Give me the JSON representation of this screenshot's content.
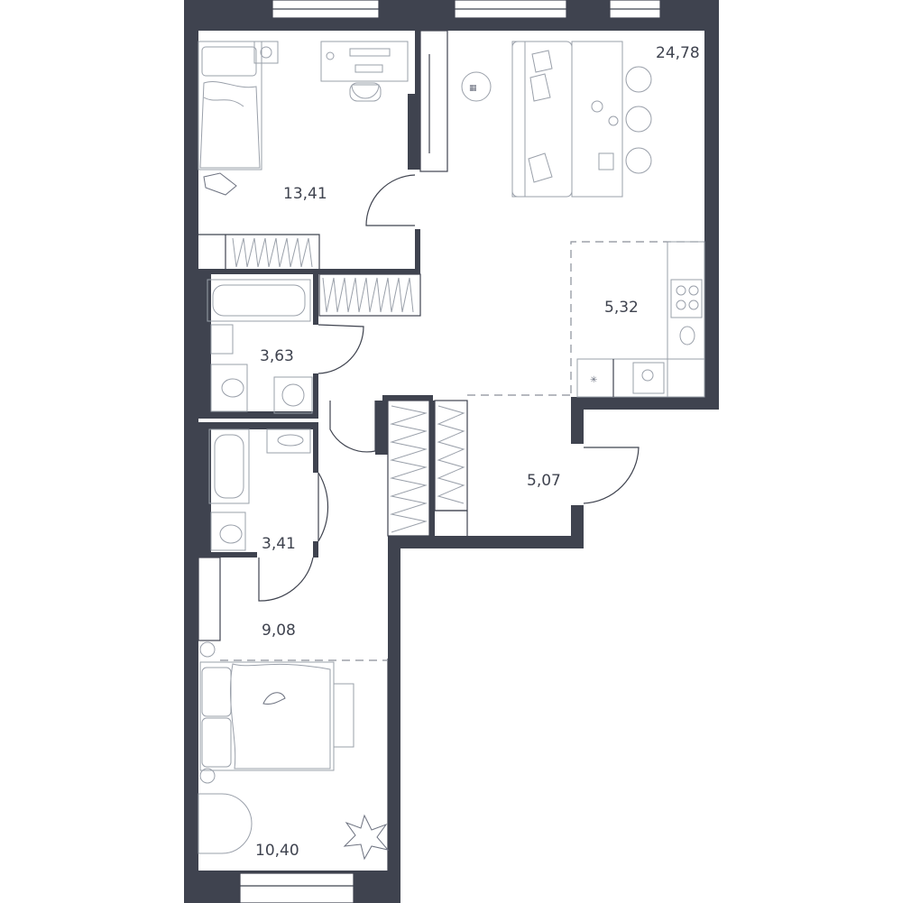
{
  "rooms": {
    "living_kitchen": "24,78",
    "bedroom_north": "13,41",
    "kitchen_zone": "5,32",
    "bathroom_1": "3,63",
    "hall": "5,07",
    "bathroom_2": "3,41",
    "corridor": "9,08",
    "bedroom_south": "10,40"
  },
  "colors": {
    "wall": "#3f434f",
    "furniture": "#9aa0aa",
    "background": "#ffffff"
  }
}
